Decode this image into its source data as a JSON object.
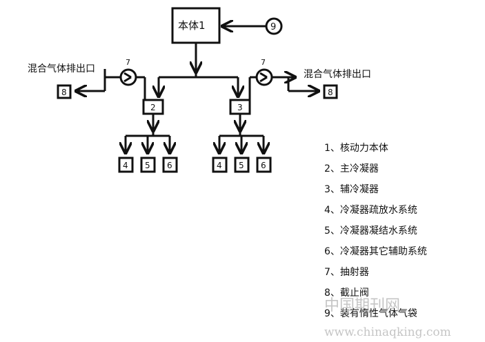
{
  "diagram": {
    "body_label": "本体1",
    "outlet_left": "混合气体排出口",
    "outlet_right": "混合气体排出口",
    "ejector_num_left": "7",
    "ejector_num_right": "7",
    "valve_left": "8",
    "valve_right": "8",
    "condenser_left": "2",
    "condenser_right": "3",
    "bag": "9",
    "sub_left": [
      "4",
      "5",
      "6"
    ],
    "sub_right": [
      "4",
      "5",
      "6"
    ]
  },
  "legend": [
    "1、核动力本体",
    "2、主冷凝器",
    "3、辅冷凝器",
    "4、冷凝器疏放水系统",
    "5、冷凝器凝结水系统",
    "6、冷凝器其它辅助系统",
    "7、抽射器",
    "8、截止阀",
    "9、装有惰性气体气袋"
  ],
  "watermark": {
    "cn": "中国期刊网",
    "url": "www.chinaqking.com"
  },
  "colors": {
    "line": "#111111",
    "watermark": "#999999"
  }
}
